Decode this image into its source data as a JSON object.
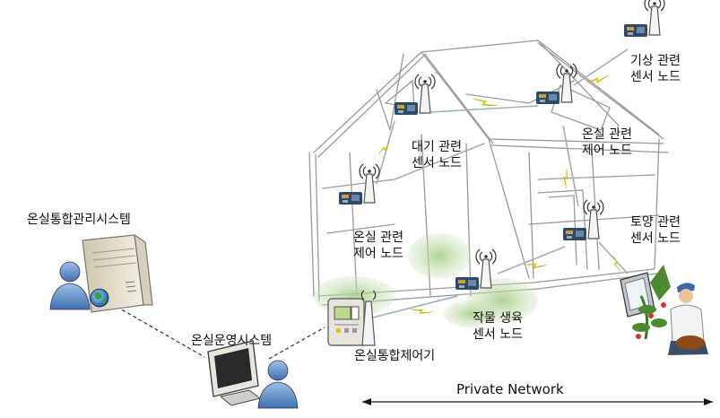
{
  "labels": {
    "greenhouse_mgmt_system": "온실통합관리시스템",
    "greenhouse_ops_system": "온실운영시스템",
    "integrated_controller": "온실통합제어기",
    "private_network": "Private Network",
    "weather_sensor_node": [
      "기상 관련",
      "센서 노드"
    ],
    "atmosphere_sensor_node": [
      "대기 관련",
      "센서 노드"
    ],
    "greenhouse_control_node_top": [
      "온실 관련",
      "제어 노드"
    ],
    "greenhouse_control_node_left": [
      "온실 관련",
      "제어 노드"
    ],
    "soil_sensor_node": [
      "토양 관련",
      "센서 노드"
    ],
    "crop_growth_sensor_node": [
      "작물 생육",
      "센서 노드"
    ]
  },
  "colors": {
    "lightning": "#e8e20c",
    "wireless_link": "#9db0b8",
    "greenhouse_sketch": "#9a9a9a",
    "node_board": "#2d4a6b",
    "user_icon": "#4f7fbf"
  }
}
